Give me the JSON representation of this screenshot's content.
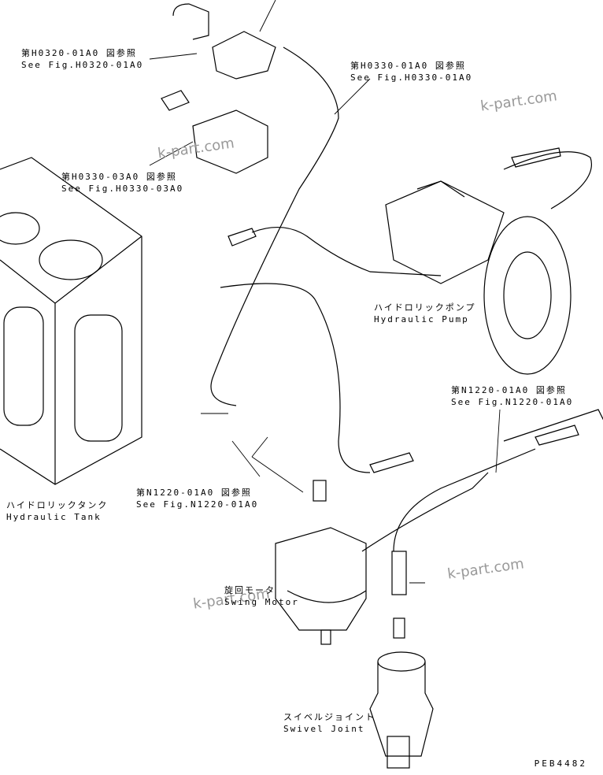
{
  "refs": [
    {
      "jp": "第H0320-01A0 図参照",
      "en": "See Fig.H0320-01A0"
    },
    {
      "jp": "第H0330-01A0 図参照",
      "en": "See Fig.H0330-01A0"
    },
    {
      "jp": "第H0330-03A0 図参照",
      "en": "See Fig.H0330-03A0"
    },
    {
      "jp": "第N1220-01A0 図参照",
      "en": "See Fig.N1220-01A0"
    },
    {
      "jp": "第N1220-01A0 図参照",
      "en": "See Fig.N1220-01A0"
    }
  ],
  "components": {
    "pump": {
      "jp": "ハイドロリックポンプ",
      "en": "Hydraulic Pump"
    },
    "tank": {
      "jp": "ハイドロリックタンク",
      "en": "Hydraulic Tank"
    },
    "motor": {
      "jp": "旋回モータ",
      "en": "Swing Motor"
    },
    "joint": {
      "jp": "スイベルジョイント",
      "en": "Swivel Joint"
    }
  },
  "watermark": "k-part.com",
  "drawing_code": "PEB4482"
}
